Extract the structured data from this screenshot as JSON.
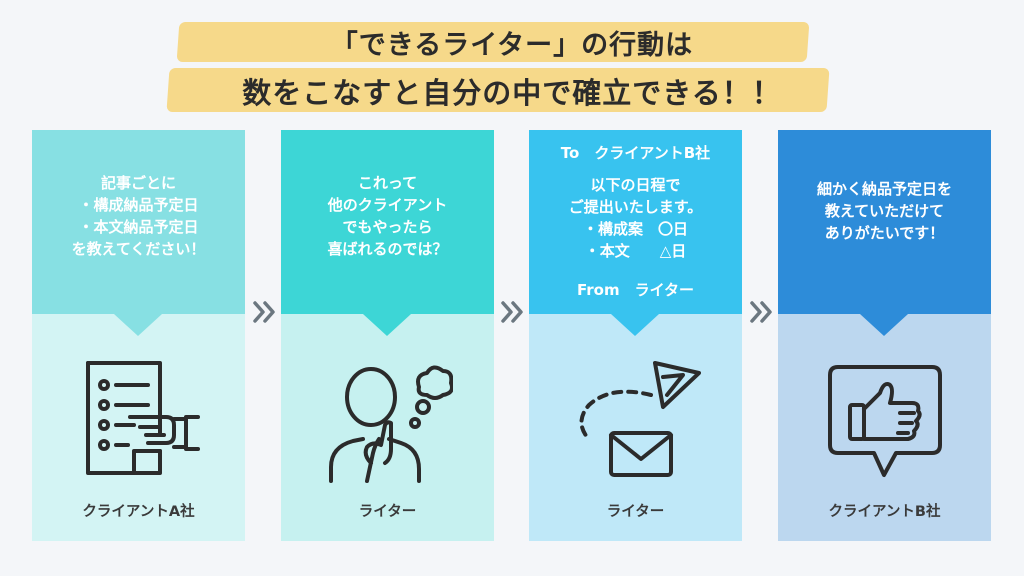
{
  "title": {
    "line1": "「できるライター」の行動は",
    "line2": "数をこなすと自分の中で確立できる！！",
    "highlight_color": "#f6d98a"
  },
  "colors": {
    "card1_top": "#87e0e3",
    "card1_bottom": "#d3f4f4",
    "card2_top": "#3dd6d6",
    "card2_bottom": "#c6f1f0",
    "card3_top": "#38c3ef",
    "card3_bottom": "#bfe8f8",
    "card4_top": "#2d8cd9",
    "card4_bottom": "#bcd7ef",
    "arrow": "#6b7780",
    "icon_stroke": "#2b2b2b"
  },
  "cards": [
    {
      "lines": [
        "記事ごとに",
        "・構成納品予定日",
        "・本文納品予定日",
        "を教えてください！"
      ],
      "caption": "クライアントA社",
      "icon": "document-hand-icon"
    },
    {
      "lines": [
        "これって",
        "他のクライアント",
        "でもやったら",
        "喜ばれるのでは？"
      ],
      "caption": "ライター",
      "icon": "thinking-person-icon"
    },
    {
      "to": "To　クライアントB社",
      "lines": [
        "以下の日程で",
        "ご提出いたします。",
        "・構成案　〇日",
        "・本文　　△日"
      ],
      "from": "From　ライター",
      "caption": "ライター",
      "icon": "paper-plane-mail-icon"
    },
    {
      "lines": [
        "細かく納品予定日を",
        "教えていただけて",
        "ありがたいです！"
      ],
      "caption": "クライアントB社",
      "icon": "thumbs-up-bubble-icon"
    }
  ]
}
